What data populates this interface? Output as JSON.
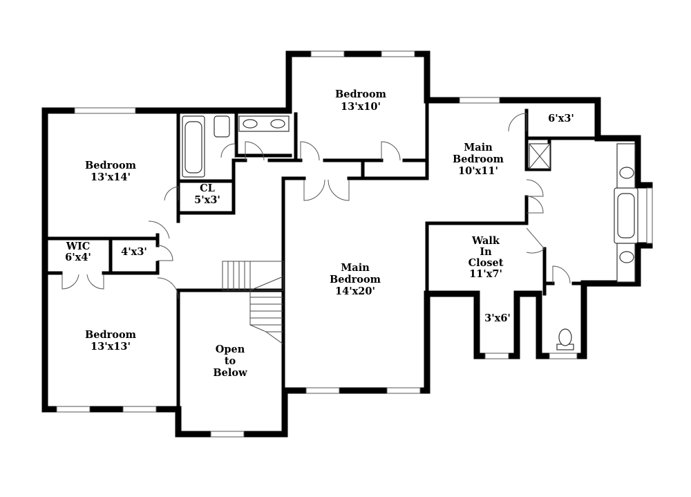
{
  "rooms": {
    "bedroom_top": {
      "name": "Bedroom",
      "size": "13'x10'"
    },
    "main_bedroom_right": {
      "name_l1": "Main",
      "name_l2": "Bedroom",
      "size": "10'x11'"
    },
    "closet_6x3": {
      "size": "6'x3'"
    },
    "bedroom_left_upper": {
      "name": "Bedroom",
      "size": "13'x14'"
    },
    "closet_cl": {
      "name": "CL",
      "size": "5'x3'"
    },
    "wic": {
      "name": "WIC",
      "size": "6'x4'"
    },
    "closet_4x3": {
      "size": "4'x3'"
    },
    "bedroom_left_lower": {
      "name": "Bedroom",
      "size": "13'x13'"
    },
    "open_to_below": {
      "l1": "Open",
      "l2": "to",
      "l3": "Below"
    },
    "main_bedroom_center": {
      "name_l1": "Main",
      "name_l2": "Bedroom",
      "size": "14'x20'"
    },
    "walk_in_closet": {
      "l1": "Walk",
      "l2": "In",
      "l3": "Closet",
      "size": "11'x7'"
    },
    "closet_3x6": {
      "size": "3'x6'"
    }
  }
}
